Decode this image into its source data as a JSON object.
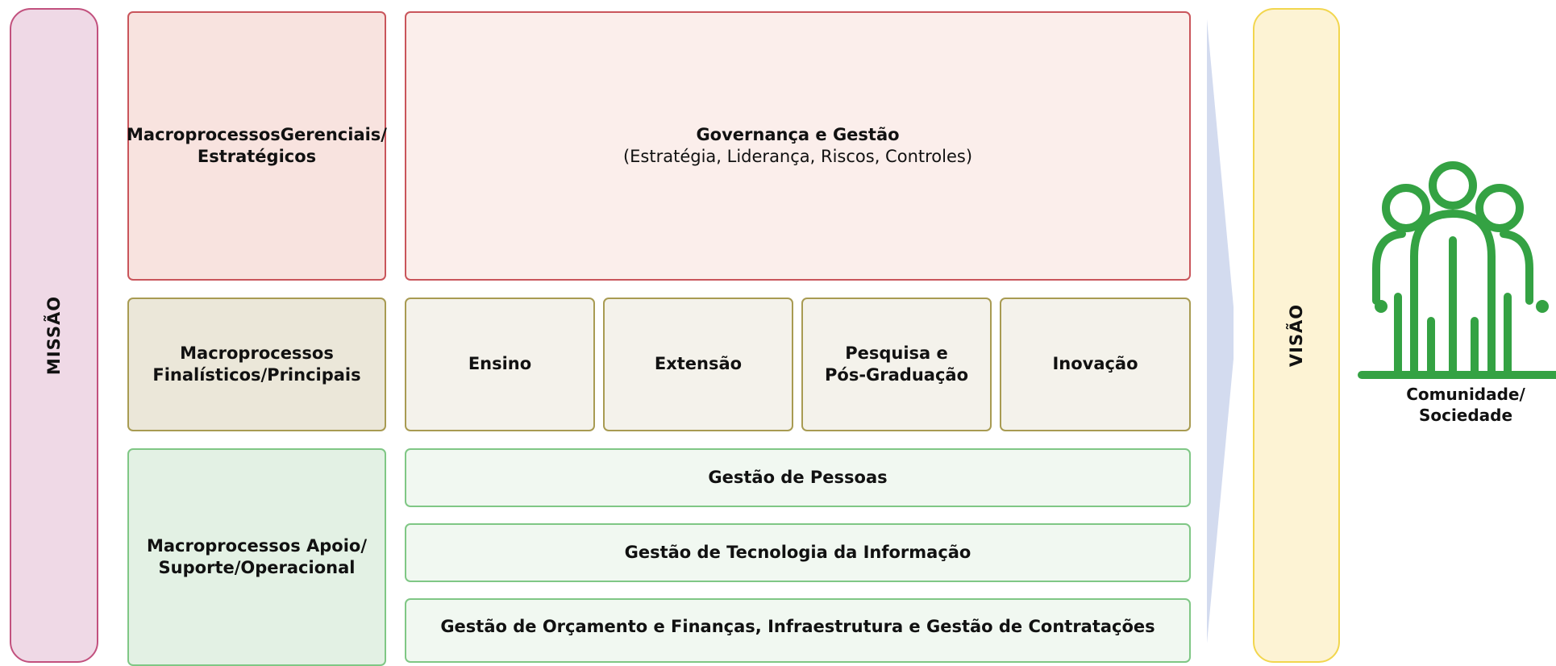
{
  "missao": "MISSÃO",
  "visao": "VISÃO",
  "gerenciais": {
    "label": "MacroprocessosGerenciais/\nEstratégicos",
    "governanca_title": "Governança e Gestão",
    "governanca_sub": "(Estratégia, Liderança, Riscos, Controles)"
  },
  "finalisticos": {
    "label": "Macroprocessos\nFinalísticos/Principais",
    "items": [
      "Ensino",
      "Extensão",
      "Pesquisa e\nPós-Graduação",
      "Inovação"
    ]
  },
  "apoio": {
    "label": "Macroprocessos Apoio/\nSuporte/Operacional",
    "items": [
      "Gestão de Pessoas",
      "Gestão de Tecnologia da Informação",
      "Gestão de Orçamento e Finanças, Infraestrutura e Gestão de Contratações"
    ]
  },
  "comunidade": "Comunidade/\nSociedade",
  "colors": {
    "missao_fill": "#efd9e6",
    "missao_border": "#c2517e",
    "visao_fill": "#fdf3d4",
    "visao_border": "#f2d64e",
    "arrow": "#d3dbef",
    "people_icon": "#34a243"
  }
}
